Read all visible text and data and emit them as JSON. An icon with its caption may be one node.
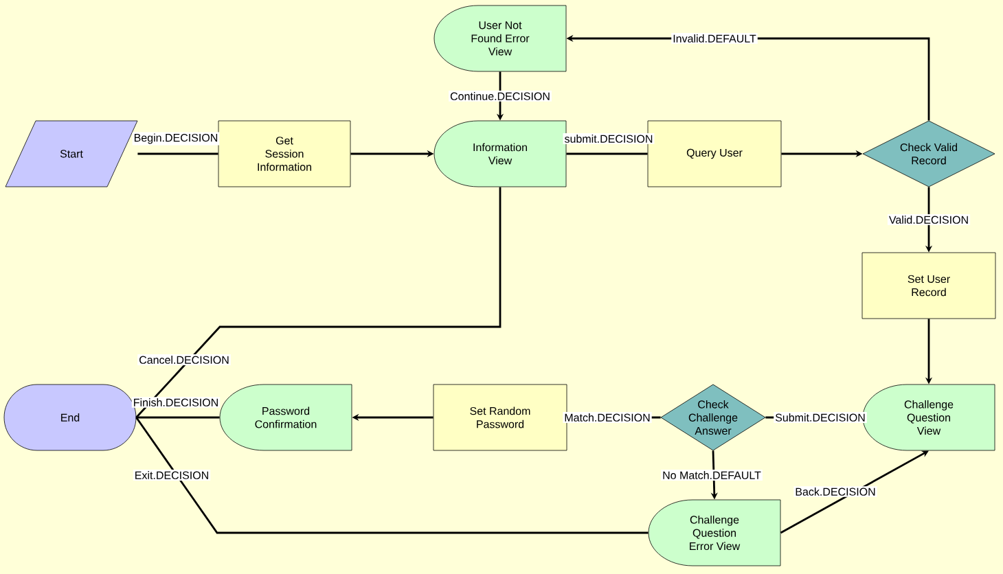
{
  "diagram": {
    "nodes": [
      {
        "text": [
          "User Not Found Error View"
        ]
      },
      {
        "text": [
          "Start"
        ]
      },
      {
        "text": [
          "Get Session Information"
        ]
      },
      {
        "text": [
          "Information View"
        ]
      },
      {
        "text": [
          "Query User"
        ]
      },
      {
        "text": [
          "Check Valid Record"
        ]
      },
      {
        "text": [
          "Set User Record"
        ]
      },
      {
        "text": [
          "End"
        ]
      },
      {
        "text": [
          "Password Confirmation"
        ]
      },
      {
        "text": [
          "Set Random Password"
        ]
      },
      {
        "text": [
          "Check Challenge Answer"
        ]
      },
      {
        "text": [
          "Challenge Question View"
        ]
      },
      {
        "text": [
          "Challenge Question Error View"
        ]
      }
    ],
    "edges": [
      {
        "from": 1,
        "to": 2,
        "arrow": "none",
        "label": "Begin.DECISION"
      },
      {
        "from": 2,
        "to": 3,
        "arrow": "to"
      },
      {
        "from": 0,
        "to": 3,
        "arrow": "to",
        "label": "Continue.DECISION"
      },
      {
        "from": 3,
        "to": 4,
        "arrow": "none",
        "label": "submit.DECISION"
      },
      {
        "from": 4,
        "to": 5,
        "arrow": "to"
      },
      {
        "from": 5,
        "to": 0,
        "arrow": "to",
        "label": "Invalid.DEFAULT"
      },
      {
        "from": 5,
        "to": 6,
        "arrow": "to",
        "label": "Valid.DECISION"
      },
      {
        "from": 6,
        "to": 11,
        "arrow": "to"
      },
      {
        "from": 11,
        "to": 10,
        "arrow": "none",
        "label": "Submit.DECISION"
      },
      {
        "from": 10,
        "to": 9,
        "arrow": "none",
        "label": "Match.DECISION"
      },
      {
        "from": 9,
        "to": 8,
        "arrow": "to"
      },
      {
        "from": 8,
        "to": 7,
        "arrow": "none",
        "label": "Finish.DECISION"
      },
      {
        "from": 3,
        "to": 7,
        "arrow": "none",
        "label": "Cancel.DECISION"
      },
      {
        "from": 12,
        "to": 7,
        "arrow": "none",
        "label": "Exit.DECISION"
      },
      {
        "from": 10,
        "to": 12,
        "arrow": "to",
        "label": "No Match.DEFAULT"
      },
      {
        "from": 12,
        "to": 11,
        "arrow": "to",
        "label": "Back.DECISION"
      }
    ]
  }
}
